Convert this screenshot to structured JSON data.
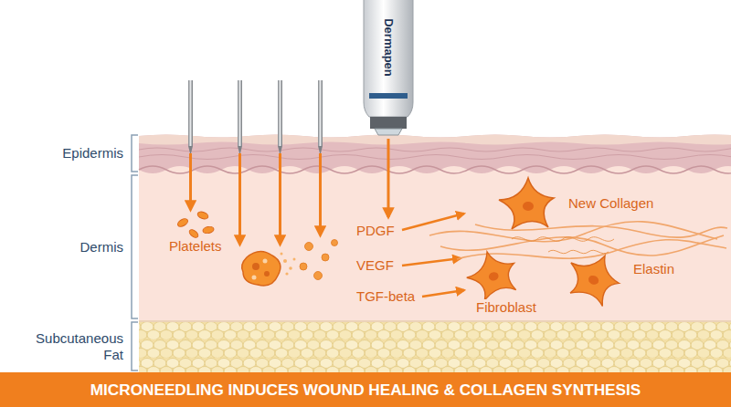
{
  "diagram": {
    "title": "MICRONEEDLING INDUCES WOUND HEALING & COLLAGEN SYNTHESIS",
    "labels": [
      "Epidermis",
      "Dermis",
      "Subcutaneous Fat",
      "Dermapen",
      "Platelets",
      "PDGF",
      "VEGF",
      "TGF-beta",
      "New Collagen",
      "Fibroblast",
      "Elastin"
    ]
  }
}
